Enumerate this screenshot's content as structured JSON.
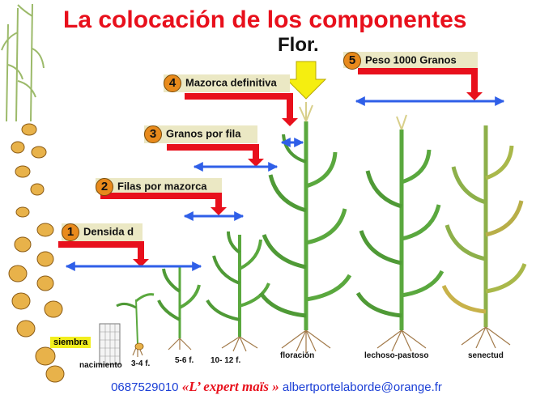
{
  "title": "La colocación de los componentes",
  "flor_label": "Flor.",
  "components": [
    {
      "num": "1",
      "label": "Densida d"
    },
    {
      "num": "2",
      "label": "Filas por mazorca"
    },
    {
      "num": "3",
      "label": "Granos por fila"
    },
    {
      "num": "4",
      "label": "Mazorca definitiva"
    },
    {
      "num": "5",
      "label": "Peso 1000 Granos"
    }
  ],
  "stages": {
    "siembra": "siembra",
    "nacimiento": "nacimiento",
    "f3_4": "3-4 f.",
    "f5_6": "5-6 f.",
    "f10_12": "10- 12 f.",
    "floracion": "floración",
    "lechoso": "lechoso-pastoso",
    "senectud": "senectud"
  },
  "footer": {
    "phone": "0687529010",
    "brand_open": "«",
    "brand": "L’ expert maïs",
    "brand_close": "»",
    "email": "albertportelaborde@orange.fr"
  },
  "colors": {
    "title": "#e8101c",
    "red_arrow": "#e8101c",
    "blue_arrow": "#2f5fe8",
    "label_box": "#ebe8c4",
    "flor_arrow": "#f5ee10",
    "number_badge": "#e88a1c",
    "footer_text": "#1b3fd6"
  }
}
